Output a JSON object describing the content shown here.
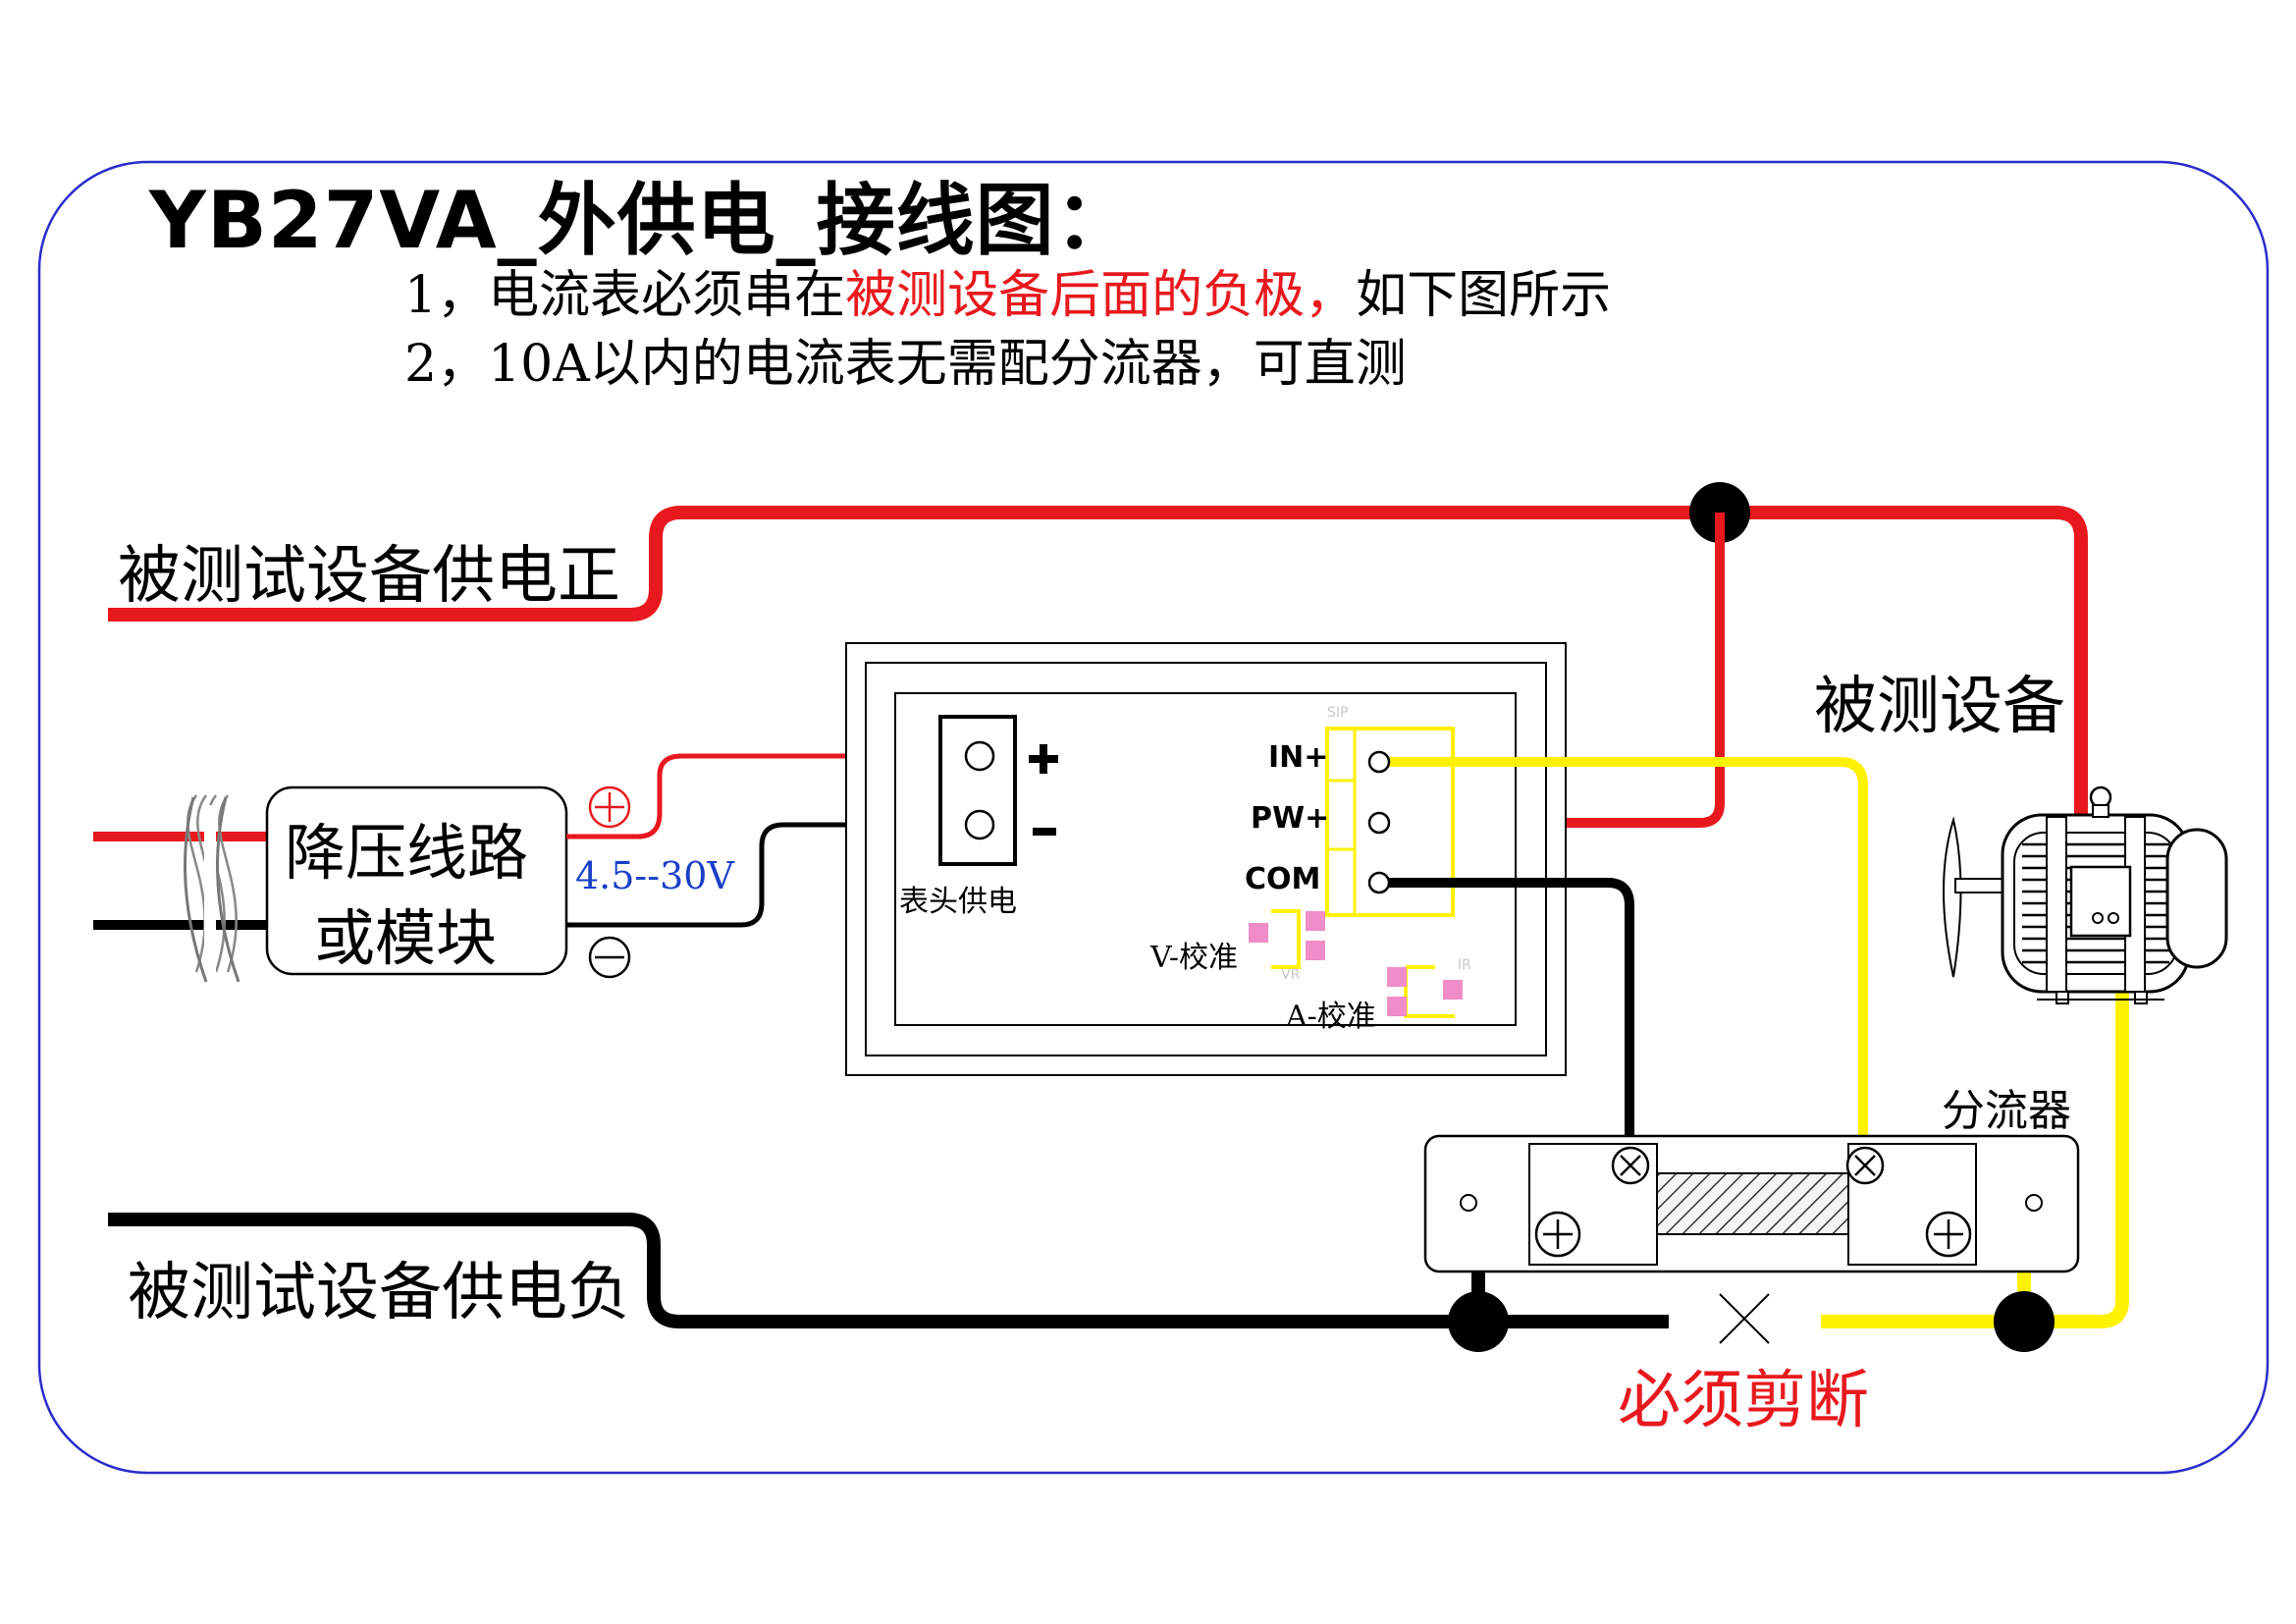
{
  "title": "YB27VA_外供电_接线图：",
  "notes": {
    "line1_prefix": "1，电流表必须串在",
    "line1_highlight": "被测设备后面的负极，",
    "line1_suffix": "如下图所示",
    "line2": "2，10A以内的电流表无需配分流器，可直测"
  },
  "labels": {
    "supply_positive": "被测试设备供电正",
    "supply_negative": "被测试设备供电负",
    "buck_line1": "降压线路",
    "buck_line2": "或模块",
    "voltage_range": "4.5--30V",
    "meter_power": "表头供电",
    "device_under_test": "被测设备",
    "shunt": "分流器",
    "must_cut": "必须剪断",
    "terminal_plus": "+",
    "terminal_minus": "-",
    "pin_in": "IN+",
    "pin_pw": "PW+",
    "pin_com": "COM",
    "v_cal": "V-校准",
    "a_cal": "A-校准",
    "silk_sip": "SIP",
    "silk_vr": "VR",
    "silk_ir": "IR"
  },
  "colors": {
    "positive_wire": "#e8191e",
    "negative_wire": "#000000",
    "signal_wire": "#fff200",
    "frame": "#2c2ccc",
    "highlight_text": "#e8191e",
    "voltage_text": "#1a3fc7",
    "cal_pad": "#f08cc8"
  }
}
